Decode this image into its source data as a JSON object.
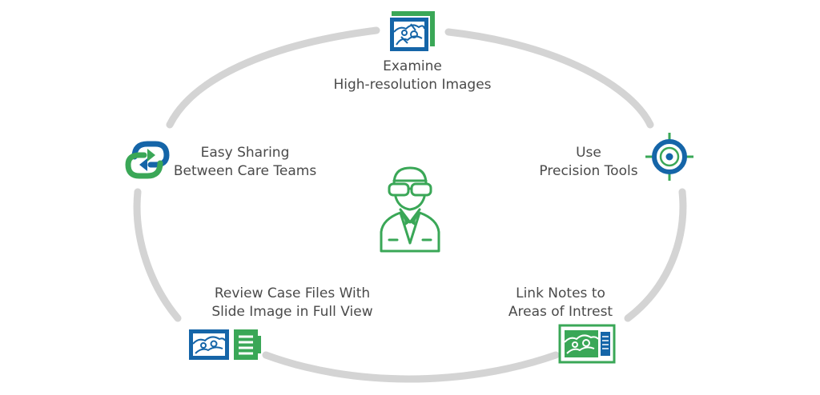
{
  "colors": {
    "ring": "#d4d4d4",
    "blue": "#1565a8",
    "green": "#3aa757",
    "text": "#4a4a4a"
  },
  "center": {
    "icon": "doctor-with-goggles-icon"
  },
  "nodes": {
    "top": {
      "icon": "slide-image-icon",
      "line1": "Examine",
      "line2": "High-resolution Images"
    },
    "left": {
      "icon": "sharing-arrows-icon",
      "line1": "Easy Sharing",
      "line2": "Between Care Teams"
    },
    "right": {
      "icon": "crosshair-target-icon",
      "line1": "Use",
      "line2": "Precision Tools"
    },
    "bottom_left": {
      "icon": "slide-and-case-file-icon",
      "line1": "Review Case Files With",
      "line2": "Slide Image in Full View"
    },
    "bottom_right": {
      "icon": "annotated-slide-icon",
      "line1": "Link Notes to",
      "line2": "Areas of Intrest"
    }
  }
}
